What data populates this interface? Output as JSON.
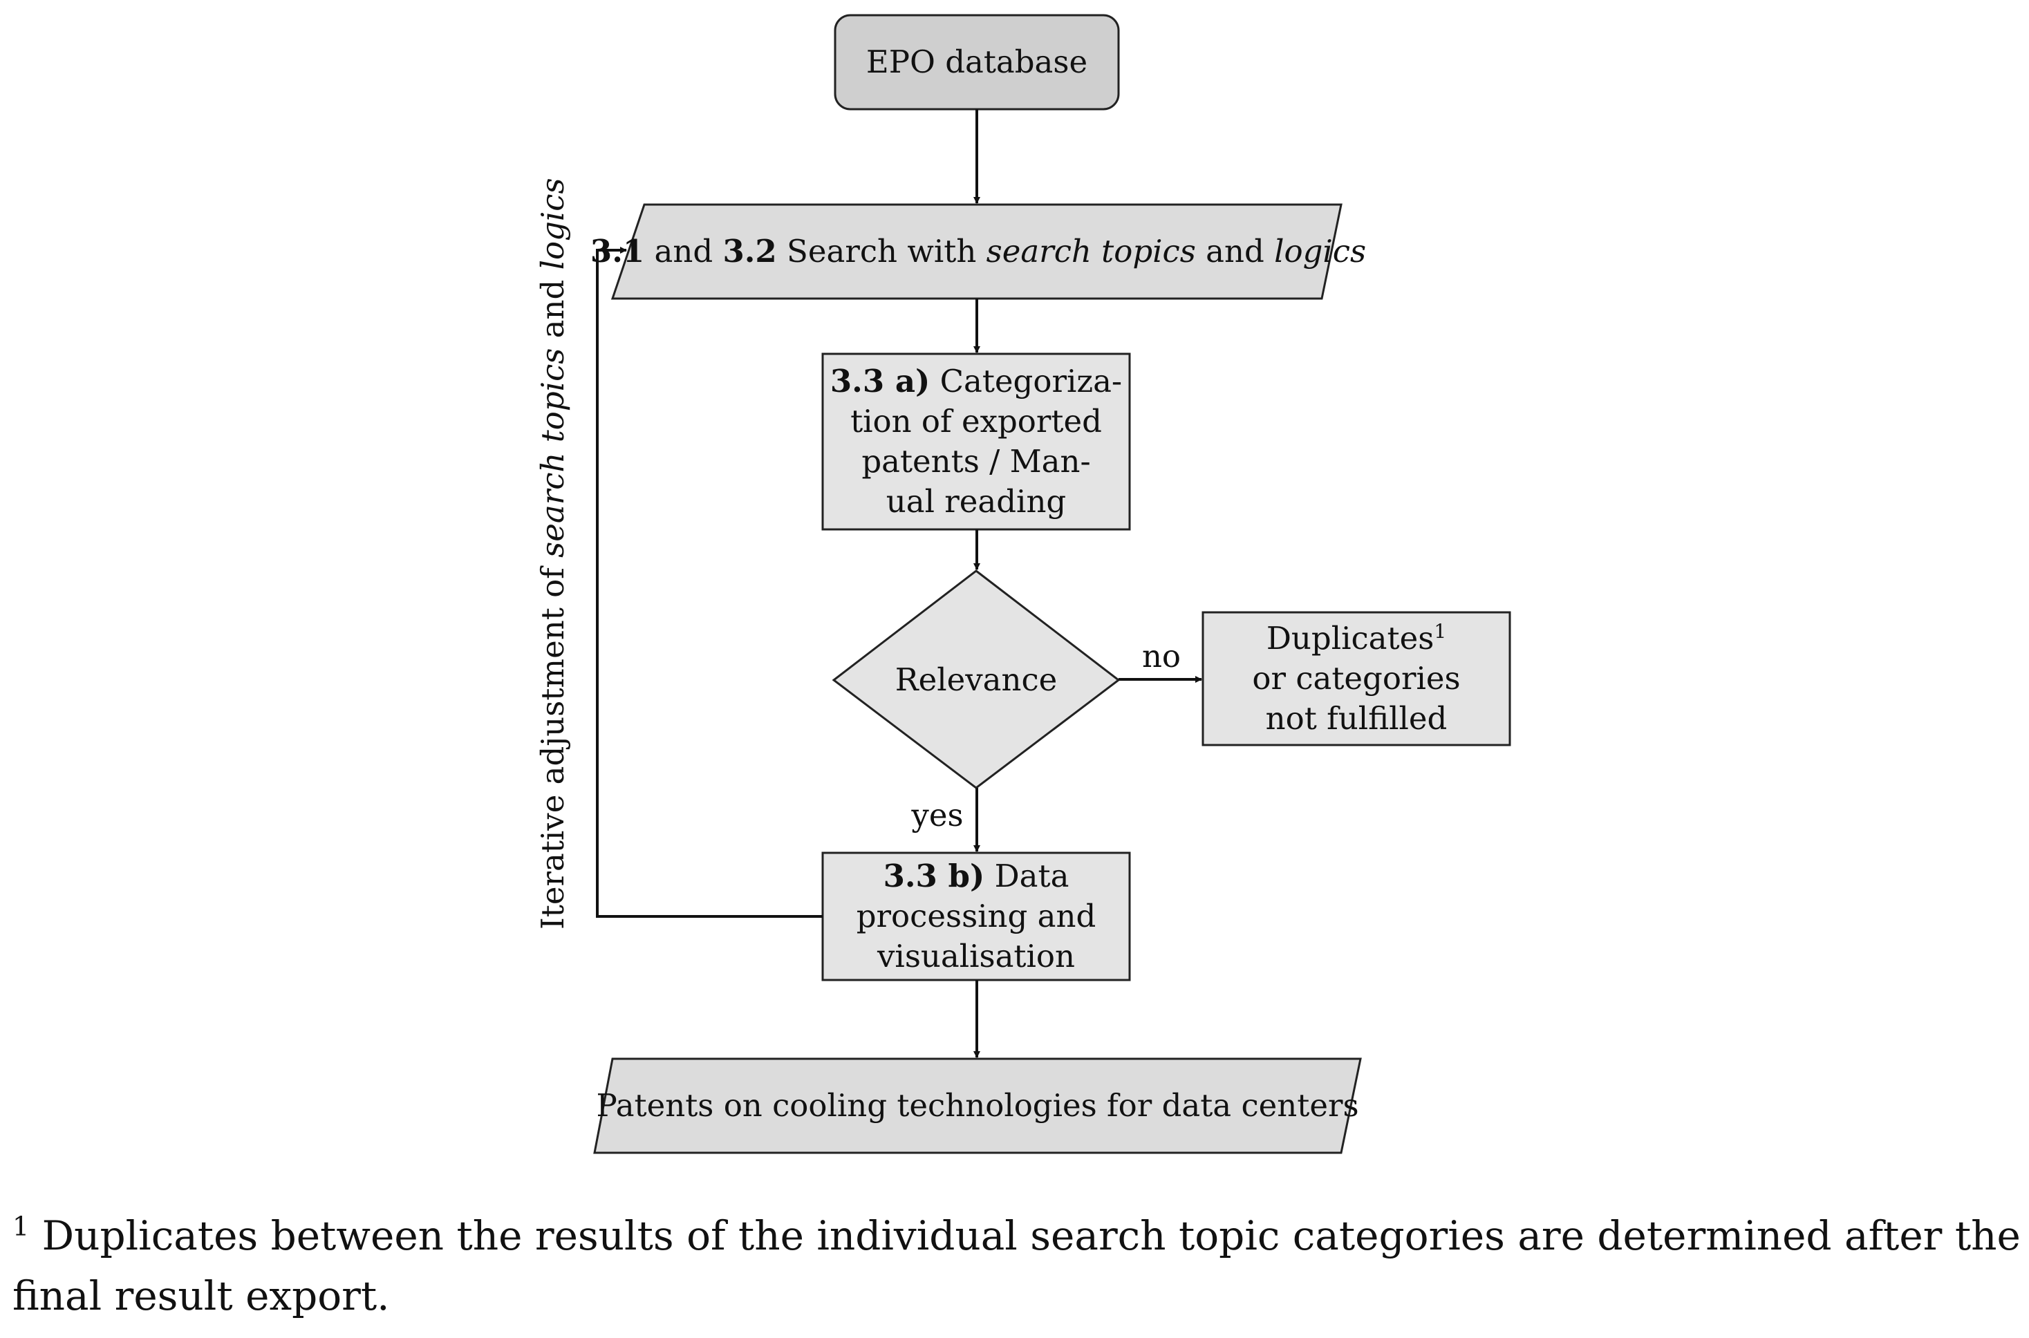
{
  "nodes": {
    "epo": {
      "label": "EPO database"
    },
    "search": {
      "bold_1": "3.1",
      "text_1": " and ",
      "bold_2": "3.2",
      "text_2": " Search with ",
      "italic_1": "search topics",
      "text_3": " and ",
      "italic_2": "logics"
    },
    "categorization": {
      "bold": "3.3 a)",
      "line_1": " Categoriza-",
      "line_2": "tion of exported",
      "line_3": "patents / Man-",
      "line_4": "ual reading"
    },
    "relevance": {
      "label": "Relevance"
    },
    "duplicates": {
      "line_1": "Duplicates",
      "sup": "1",
      "line_2": "or categories",
      "line_3": "not fulfilled"
    },
    "processing": {
      "bold": "3.3 b)",
      "line_1": " Data",
      "line_2": "processing and",
      "line_3": "visualisation"
    },
    "result": {
      "label": "Patents on cooling technologies for data centers"
    }
  },
  "edges": {
    "no_label": "no",
    "yes_label": "yes",
    "feedback_label": {
      "text_1": "Iterative adjustment of ",
      "italic_1": "search topics",
      "text_2": " and ",
      "italic_2": "logics"
    }
  },
  "footnote": {
    "marker": "1",
    "text": " Duplicates between the results of the individual search topic categories are determined after the final result export."
  },
  "colors": {
    "fill": "#dcdcdc",
    "stroke": "#222222"
  }
}
